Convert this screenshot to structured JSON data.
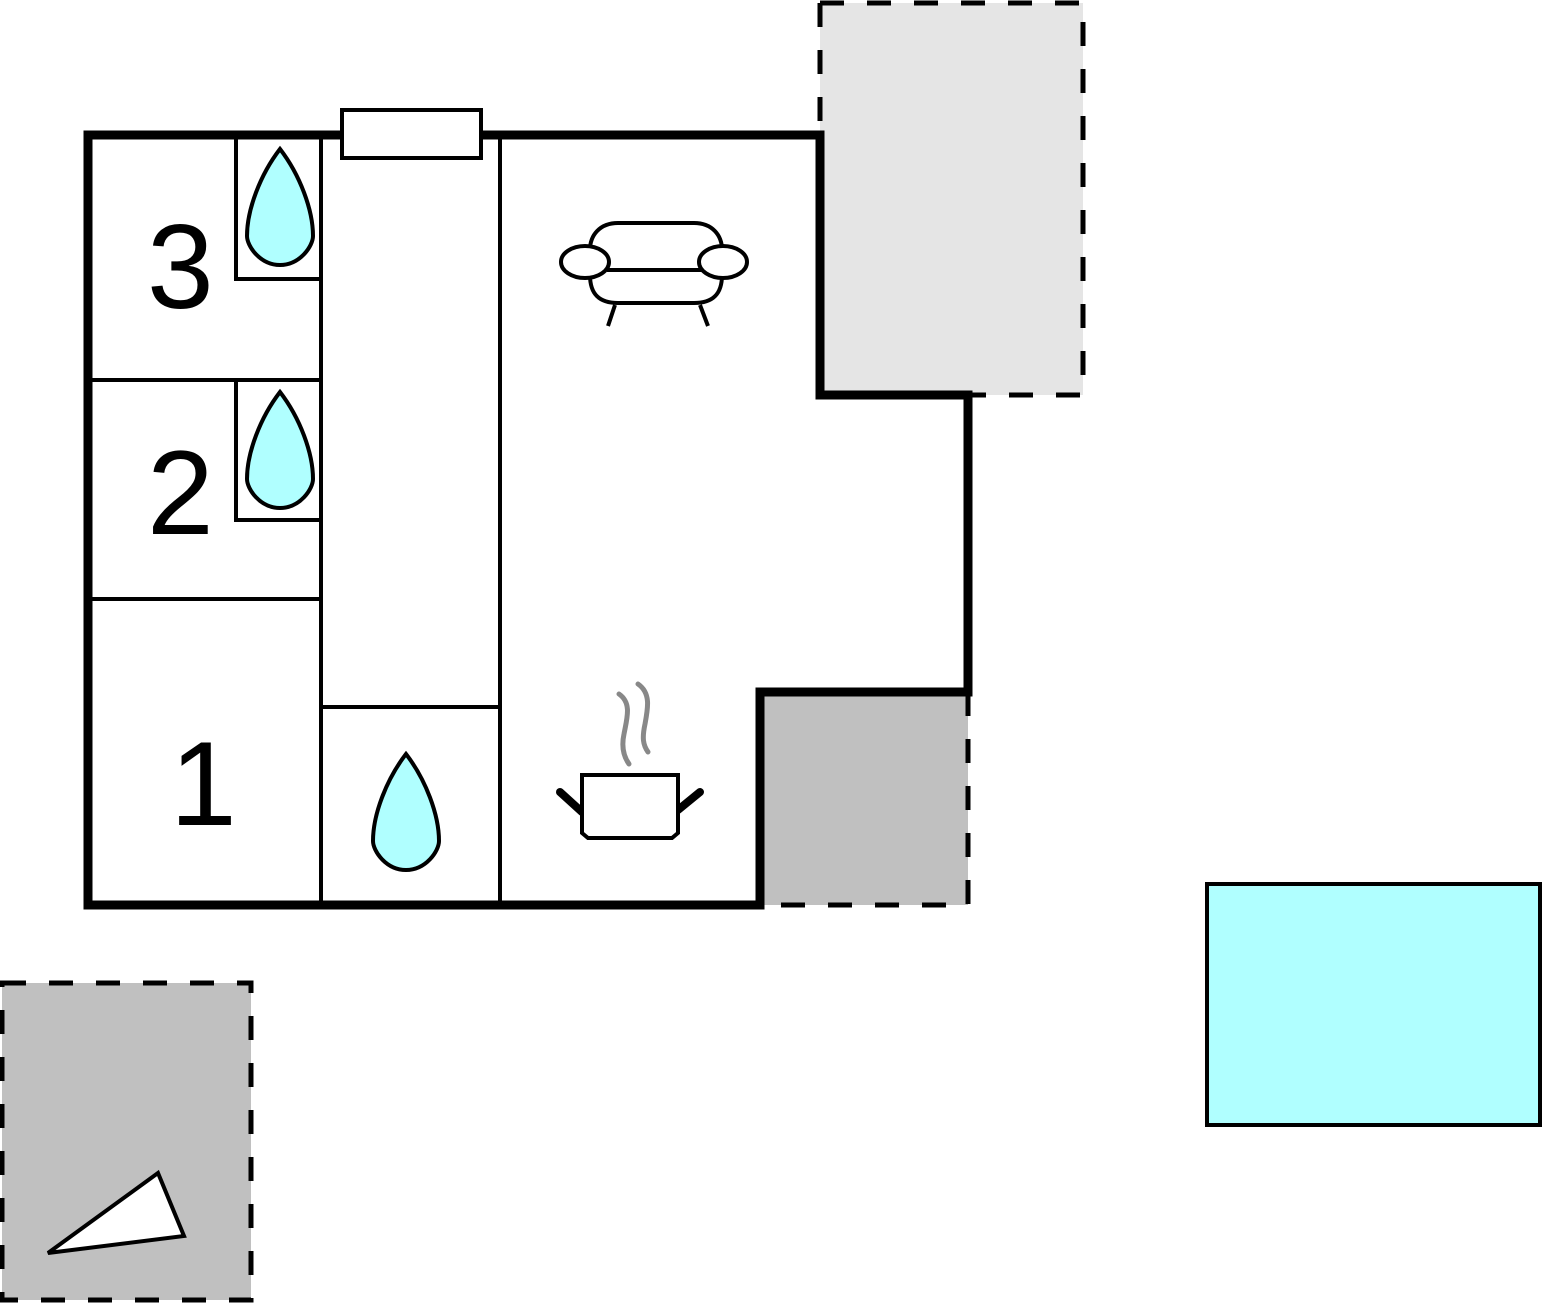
{
  "floorplan": {
    "rooms": [
      {
        "id": "bedroom-1",
        "label": "1"
      },
      {
        "id": "bedroom-2",
        "label": "2"
      },
      {
        "id": "bedroom-3",
        "label": "3"
      }
    ],
    "icons": [
      {
        "name": "shower-icon",
        "room": "bedroom-3"
      },
      {
        "name": "shower-icon",
        "room": "bedroom-2"
      },
      {
        "name": "shower-icon",
        "room": "bathroom"
      },
      {
        "name": "sofa-icon",
        "room": "living-room"
      },
      {
        "name": "cooking-pot-icon",
        "room": "kitchen"
      },
      {
        "name": "window",
        "room": "hallway"
      }
    ],
    "outdoor": [
      {
        "name": "terrace-top-right",
        "fill": "#e5e5e5"
      },
      {
        "name": "terrace-bottom",
        "fill": "#c0c0c0"
      },
      {
        "name": "parking-area",
        "fill": "#c0c0c0"
      },
      {
        "name": "swimming-pool",
        "fill": "#b0ffff"
      }
    ],
    "colors": {
      "water": "#b0ffff",
      "light_gray": "#e5e5e5",
      "mid_gray": "#c0c0c0",
      "steam": "#888888",
      "wall": "#000000"
    }
  }
}
